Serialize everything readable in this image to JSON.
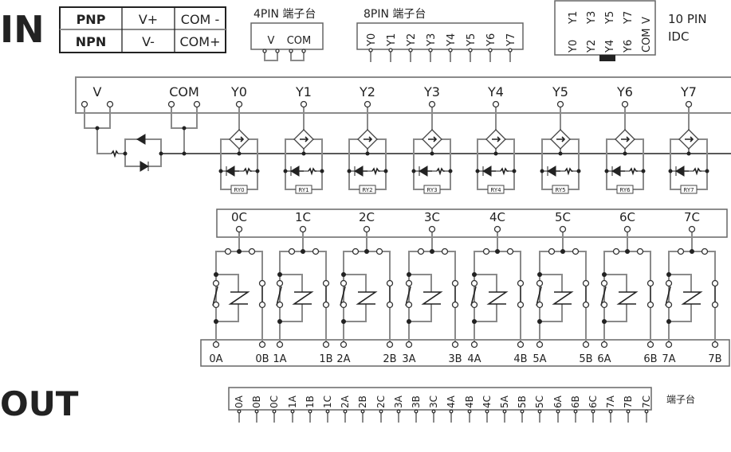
{
  "headings": {
    "in": "IN",
    "out": "OUT"
  },
  "polarity_table": {
    "rows": [
      [
        "PNP",
        "V+",
        "COM -"
      ],
      [
        "NPN",
        "V-",
        "COM+"
      ]
    ]
  },
  "four_pin": {
    "title": "4PIN 端子台",
    "labels": [
      "V",
      "COM"
    ]
  },
  "eight_pin": {
    "title": "8PIN 端子台",
    "labels": [
      "Y0",
      "Y1",
      "Y2",
      "Y3",
      "Y4",
      "Y5",
      "Y6",
      "Y7"
    ]
  },
  "idc": {
    "title_line1": "10 PIN",
    "title_line2": "IDC",
    "top_row": [
      "Y1",
      "Y3",
      "Y5",
      "Y7",
      "V"
    ],
    "bottom_row": [
      "Y0",
      "Y2",
      "Y4",
      "Y6",
      "COM"
    ]
  },
  "input_board": {
    "power_labels": [
      "V",
      "COM"
    ],
    "channels": [
      "Y0",
      "Y1",
      "Y2",
      "Y3",
      "Y4",
      "Y5",
      "Y6",
      "Y7"
    ],
    "relays": [
      "RY0",
      "RY1",
      "RY2",
      "RY3",
      "RY4",
      "RY5",
      "RY6",
      "RY7"
    ]
  },
  "output_board": {
    "commons": [
      "0C",
      "1C",
      "2C",
      "3C",
      "4C",
      "5C",
      "6C",
      "7C"
    ],
    "a_terminals": [
      "0A",
      "1A",
      "2A",
      "3A",
      "4A",
      "5A",
      "6A",
      "7A"
    ],
    "b_terminals": [
      "0B",
      "1B",
      "2B",
      "3B",
      "4B",
      "5B",
      "6B",
      "7B"
    ]
  },
  "output_strip": {
    "labels": [
      "0A",
      "0B",
      "0C",
      "1A",
      "1B",
      "1C",
      "2A",
      "2B",
      "2C",
      "3A",
      "3B",
      "3C",
      "4A",
      "4B",
      "4C",
      "5A",
      "5B",
      "5C",
      "6A",
      "6B",
      "6C",
      "7A",
      "7B",
      "7C"
    ],
    "title": "端子台"
  }
}
